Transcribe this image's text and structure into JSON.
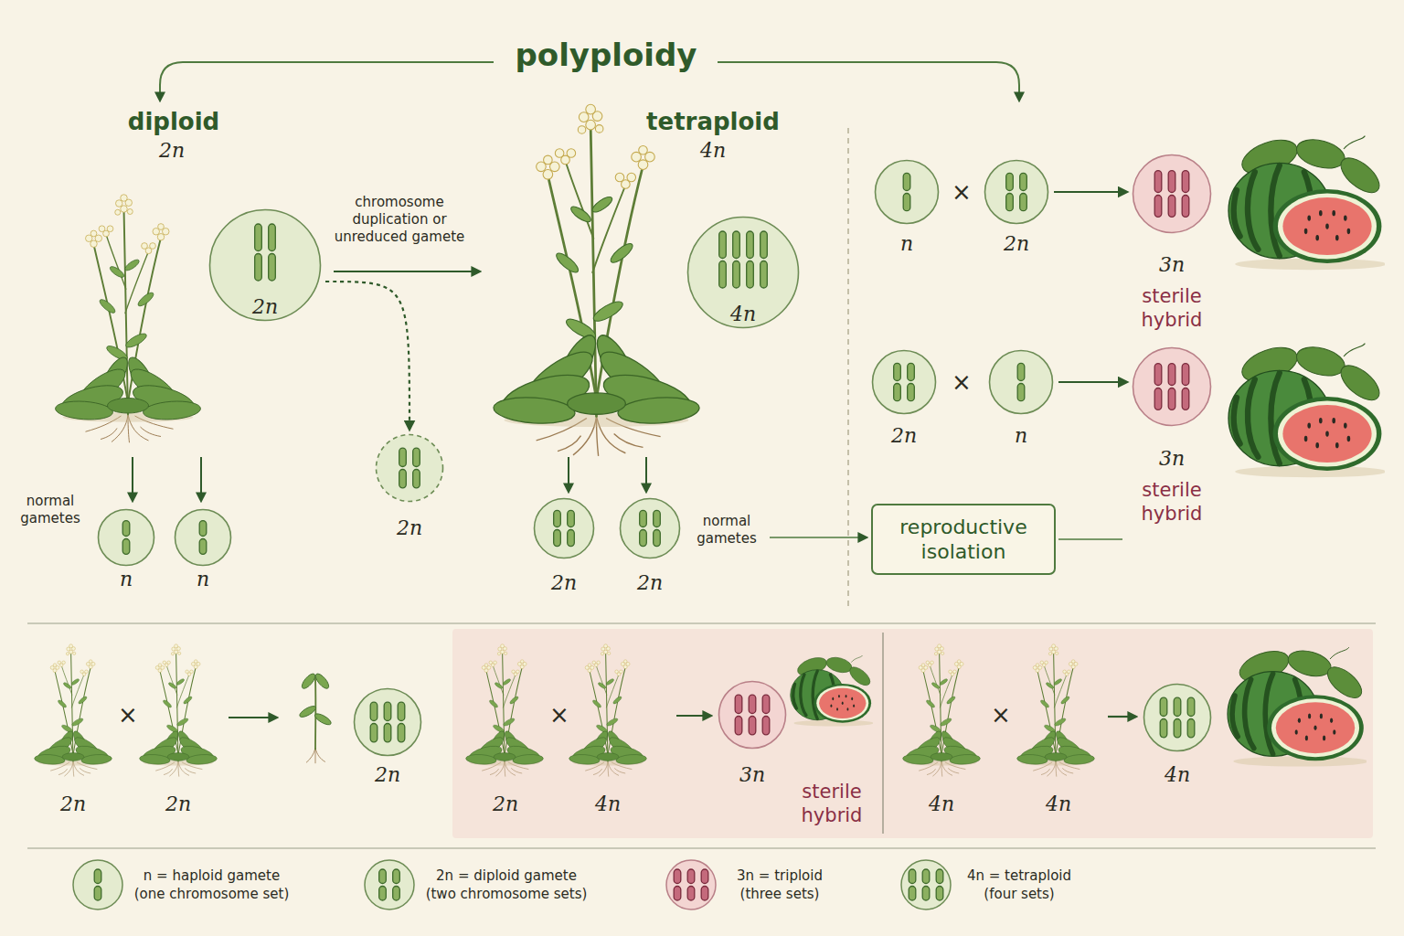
{
  "diagram": {
    "title": "polyploidy",
    "nodes": [
      {
        "text": [
          "2n"
        ]
      },
      {
        "text": [
          "2n"
        ]
      },
      {
        "text": [
          "n"
        ]
      },
      {
        "text": [
          "n"
        ]
      },
      {
        "text": [
          "4n"
        ]
      },
      {
        "text": [
          "2n"
        ]
      },
      {
        "text": [
          "2n"
        ]
      },
      {
        "text": [
          "reproductive isolation"
        ]
      },
      {
        "text": [
          "n"
        ]
      },
      {
        "text": [
          "2n"
        ]
      },
      {
        "text": [
          "3n",
          "sterile hybrid"
        ]
      },
      {
        "text": [
          "2n"
        ]
      },
      {
        "text": [
          "n"
        ]
      },
      {
        "text": [
          "3n",
          "sterile hybrid"
        ]
      },
      {
        "text": [
          "2n"
        ]
      },
      {
        "text": [
          "3n"
        ]
      },
      {
        "text": [
          "4n"
        ]
      }
    ],
    "edges": [
      {
        "from": 0,
        "to": 1,
        "arrow": "to"
      },
      {
        "from": 9,
        "to": 10,
        "arrow": "to"
      },
      {
        "from": 12,
        "to": 13,
        "arrow": "to"
      }
    ],
    "labels": [
      "diploid",
      "2n",
      "chromosome duplication or unreduced gamete",
      "tetraploid",
      "4n",
      "normal gametes",
      "normal gametes",
      "×",
      "×",
      "×",
      "2n",
      "2n",
      "×",
      "2n",
      "4n",
      "sterile hybrid",
      "×",
      "4n",
      "4n"
    ],
    "legend": [
      {
        "text": "n = haploid gamete (one chromosome set)"
      },
      {
        "text": "2n = diploid gamete (two chromosome sets)"
      },
      {
        "text": "3n = triploid (three sets)"
      },
      {
        "text": "4n = tetraploid (four sets)"
      }
    ]
  }
}
